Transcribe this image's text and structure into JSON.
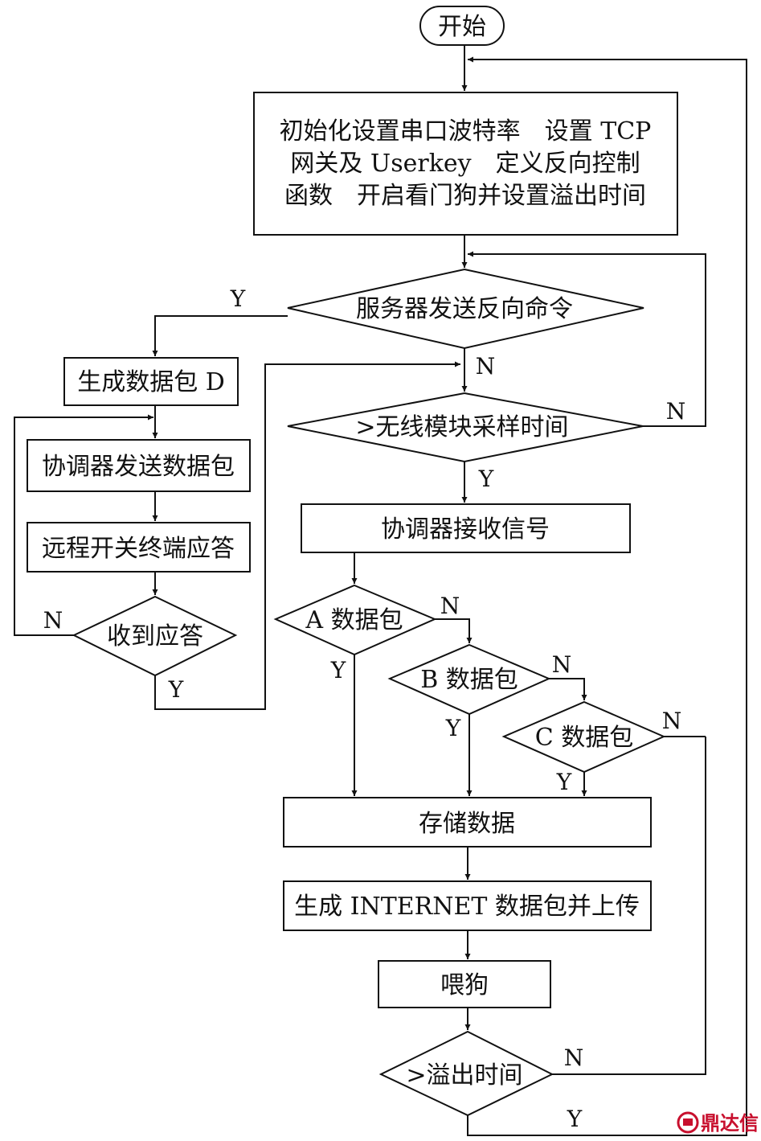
{
  "nodes": {
    "start": "开始",
    "init": [
      "初始化设置串口波特率　设置 TCP",
      "网关及 Userkey　定义反向控制",
      "函数　开启看门狗并设置溢出时间"
    ],
    "server_cmd": "服务器发送反向命令",
    "gen_d": "生成数据包 D",
    "coord_send": "协调器发送数据包",
    "remote_ack": "远程开关终端应答",
    "got_ack": "收到应答",
    "sample_time": ">无线模块采样时间",
    "coord_recv": "协调器接收信号",
    "pkt_a": "A 数据包",
    "pkt_b": "B 数据包",
    "pkt_c": "C 数据包",
    "store": "存储数据",
    "gen_internet": "生成 INTERNET 数据包并上传",
    "feed_dog": "喂狗",
    "overflow": ">溢出时间"
  },
  "labels": {
    "yes": "Y",
    "no": "N"
  },
  "watermark": "鼎达信"
}
